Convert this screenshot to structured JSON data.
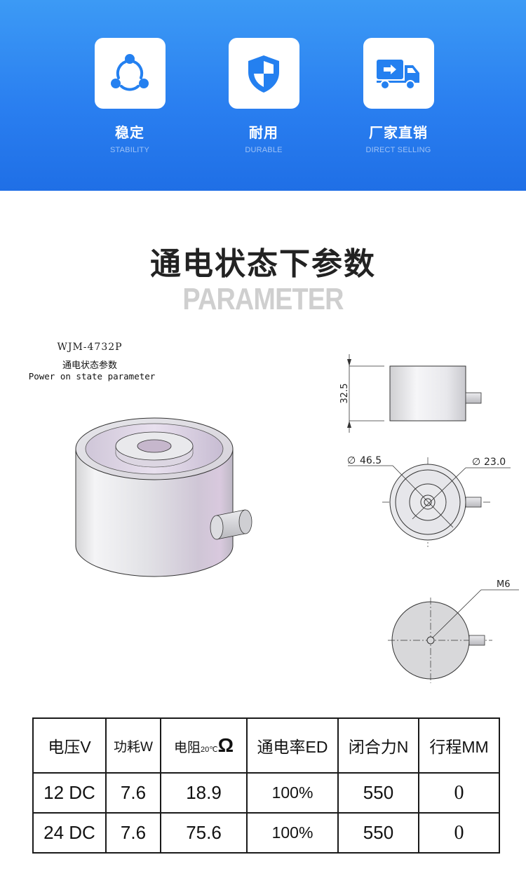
{
  "features": [
    {
      "cn": "稳定",
      "en": "STABILITY",
      "icon": "share-nodes-icon"
    },
    {
      "cn": "耐用",
      "en": "DURABLE",
      "icon": "shield-icon"
    },
    {
      "cn": "厂家直销",
      "en": "DIRECT SELLING",
      "icon": "delivery-truck-icon"
    }
  ],
  "section": {
    "title": "通电状态下参数",
    "subtitle": "PARAMETER"
  },
  "drawing": {
    "model": "WJM-4732P",
    "caption_cn": "通电状态参数",
    "caption_en": "Power on state parameter",
    "dim_height": "32.5",
    "dim_outer": "46.5",
    "dim_inner": "23.0",
    "dim_thread": "M6",
    "diameter_symbol": "∅"
  },
  "table": {
    "headers": {
      "voltage": "电压V",
      "power": "功耗W",
      "resistance_main": "电阻",
      "resistance_temp": "20℃",
      "resistance_unit": "Ω",
      "duty": "通电率ED",
      "force": "闭合力N",
      "stroke": "行程MM"
    },
    "rows": [
      {
        "voltage": "12 DC",
        "power": "7.6",
        "resistance": "18.9",
        "duty": "100%",
        "force": "550",
        "stroke": "0"
      },
      {
        "voltage": "24 DC",
        "power": "7.6",
        "resistance": "75.6",
        "duty": "100%",
        "force": "550",
        "stroke": "0"
      }
    ]
  },
  "colors": {
    "banner_top": "#3c9af5",
    "banner_bottom": "#1f6fe6",
    "icon_blue": "#2480f0"
  }
}
